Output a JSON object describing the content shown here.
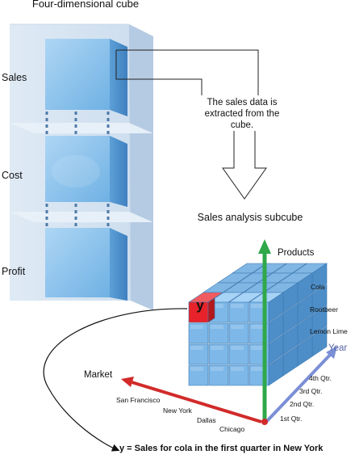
{
  "left_title": "Four-dimensional cube",
  "measures": [
    "Sales",
    "Cost",
    "Profit"
  ],
  "extract_note": "The sales  data is extracted from the cube.",
  "subcube_title": "Sales analysis subcube",
  "axes": {
    "products": {
      "label": "Products",
      "items": [
        "Cola",
        "Rootbeer",
        "Lemon Lime"
      ]
    },
    "year": {
      "label": "Year",
      "items": [
        "4th Qtr.",
        "3rd Qtr.",
        "2nd Qtr.",
        "1st Qtr."
      ]
    },
    "market": {
      "label": "Market",
      "items": [
        "San Francisco",
        "New York",
        "Dallas",
        "Chicago"
      ]
    }
  },
  "highlight_cell": "y",
  "caption": "y = Sales for cola in the first quarter in New York",
  "colors": {
    "cube_face": "#8ec4ec",
    "cube_dark": "#5a9fd6",
    "highlight": "#e8222a",
    "products_axis": "#2fa84a",
    "year_axis": "#6d7fc9",
    "market_axis": "#d22a2a"
  }
}
